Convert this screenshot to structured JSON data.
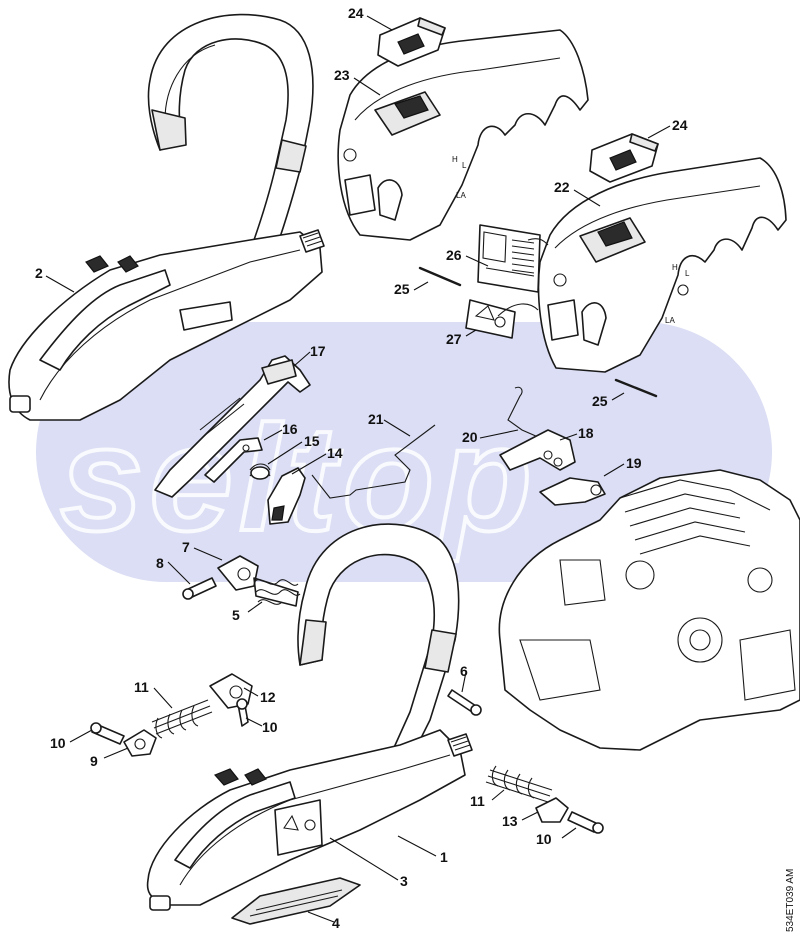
{
  "watermark": "seltop",
  "drawing_code": "534ET039 AM",
  "colors": {
    "watermark_fill": "#cfd3f0",
    "line": "#1a1a1a"
  },
  "callouts": [
    {
      "label": "24"
    },
    {
      "label": "23"
    },
    {
      "label": "24"
    },
    {
      "label": "22"
    },
    {
      "label": "26"
    },
    {
      "label": "25"
    },
    {
      "label": "27"
    },
    {
      "label": "25"
    },
    {
      "label": "2"
    },
    {
      "label": "17"
    },
    {
      "label": "21"
    },
    {
      "label": "16"
    },
    {
      "label": "15"
    },
    {
      "label": "14"
    },
    {
      "label": "20"
    },
    {
      "label": "18"
    },
    {
      "label": "19"
    },
    {
      "label": "7"
    },
    {
      "label": "8"
    },
    {
      "label": "5"
    },
    {
      "label": "6"
    },
    {
      "label": "11"
    },
    {
      "label": "12"
    },
    {
      "label": "10"
    },
    {
      "label": "10"
    },
    {
      "label": "9"
    },
    {
      "label": "11"
    },
    {
      "label": "13"
    },
    {
      "label": "10"
    },
    {
      "label": "1"
    },
    {
      "label": "3"
    },
    {
      "label": "4"
    }
  ],
  "cover_markings": {
    "h": "H",
    "l": "L",
    "la": "LA"
  }
}
